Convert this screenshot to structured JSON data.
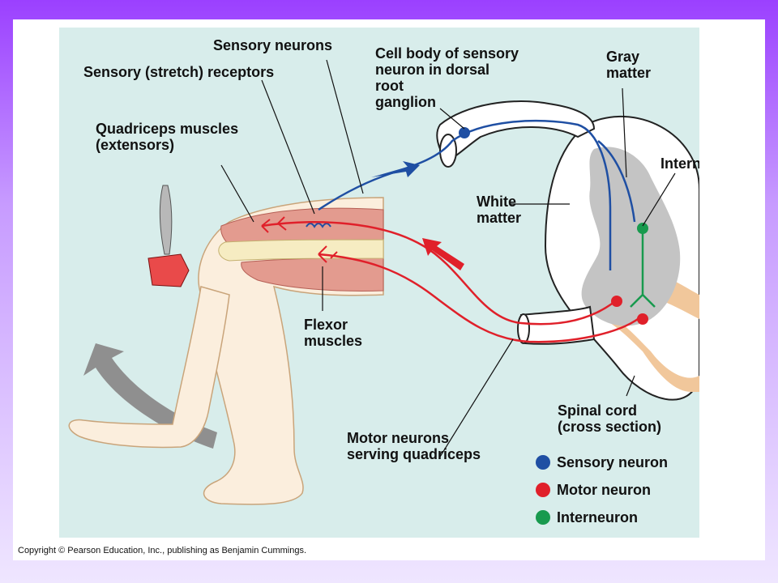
{
  "colors": {
    "sensory": "#1f4fa3",
    "motor": "#e0202a",
    "interneuron": "#189a4e",
    "gray_matter": "#c4c4c4",
    "white_matter": "#ffffff",
    "background": "#d8edeb"
  },
  "labels": {
    "sensory_neurons": "Sensory neurons",
    "stretch_receptors": "Sensory (stretch) receptors",
    "cell_body": "Cell body of sensory\nneuron in dorsal\nroot\nganglion",
    "gray_matter": "Gray\nmatter",
    "quadriceps": "Quadriceps muscles\n(extensors)",
    "interneurons": "Interneurons",
    "white_matter": "White\nmatter",
    "flexor": "Flexor\nmuscles",
    "spinal_cord": "Spinal cord\n(cross section)",
    "motor_neurons": "Motor neurons\nserving quadriceps"
  },
  "legend": [
    {
      "label": "Sensory neuron",
      "color": "#1f4fa3"
    },
    {
      "label": "Motor neuron",
      "color": "#e0202a"
    },
    {
      "label": "Interneuron",
      "color": "#189a4e"
    }
  ],
  "copyright": "Copyright © Pearson Education, Inc., publishing as Benjamin Cummings."
}
